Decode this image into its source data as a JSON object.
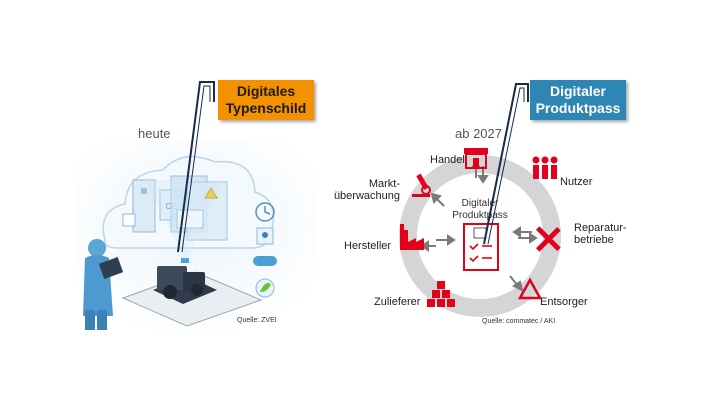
{
  "left": {
    "callout": {
      "line1": "Digitales",
      "line2": "Typenschild",
      "color": "#f39200"
    },
    "heading": "heute",
    "ce_mark": "CE",
    "source": "Quelle: ZVEI",
    "icons": [
      "clock-icon",
      "location-icon",
      "handshake-icon",
      "leaf-icon"
    ]
  },
  "right": {
    "callout": {
      "line1": "Digitaler",
      "line2": "Produktpass",
      "color": "#2e86b4"
    },
    "heading": "ab 2027",
    "center": {
      "line1": "Digitaler",
      "line2": "Produktpass"
    },
    "accent_color": "#e2001a",
    "nodes": {
      "handel": "Handel",
      "nutzer": "Nutzer",
      "markt1": "Markt-",
      "markt2": "überwachung",
      "reparatur1": "Reparatur-",
      "reparatur2": "betriebe",
      "hersteller": "Hersteller",
      "zulieferer": "Zulieferer",
      "entsorger": "Entsorger"
    },
    "source": "Quelle: commatec / AKI"
  }
}
